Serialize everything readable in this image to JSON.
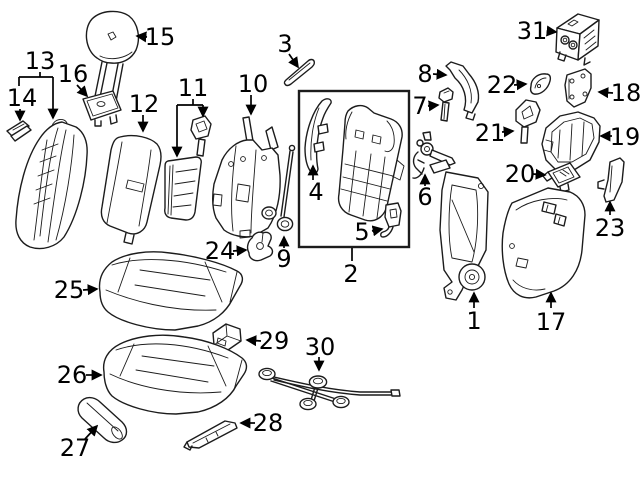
{
  "diagram": {
    "background": "#ffffff",
    "line_color": "#1c1c1c",
    "label_color": "#000000",
    "callouts": {
      "c1": "1",
      "c2": "2",
      "c3": "3",
      "c4": "4",
      "c5": "5",
      "c6": "6",
      "c7": "7",
      "c8": "8",
      "c9": "9",
      "c10": "10",
      "c11": "11",
      "c12": "12",
      "c13": "13",
      "c14": "14",
      "c15": "15",
      "c16": "16",
      "c17": "17",
      "c18": "18",
      "c19": "19",
      "c20": "20",
      "c21": "21",
      "c22": "22",
      "c23": "23",
      "c24": "24",
      "c25": "25",
      "c26": "26",
      "c27": "27",
      "c28": "28",
      "c29": "29",
      "c30": "30",
      "c31": "31"
    }
  }
}
